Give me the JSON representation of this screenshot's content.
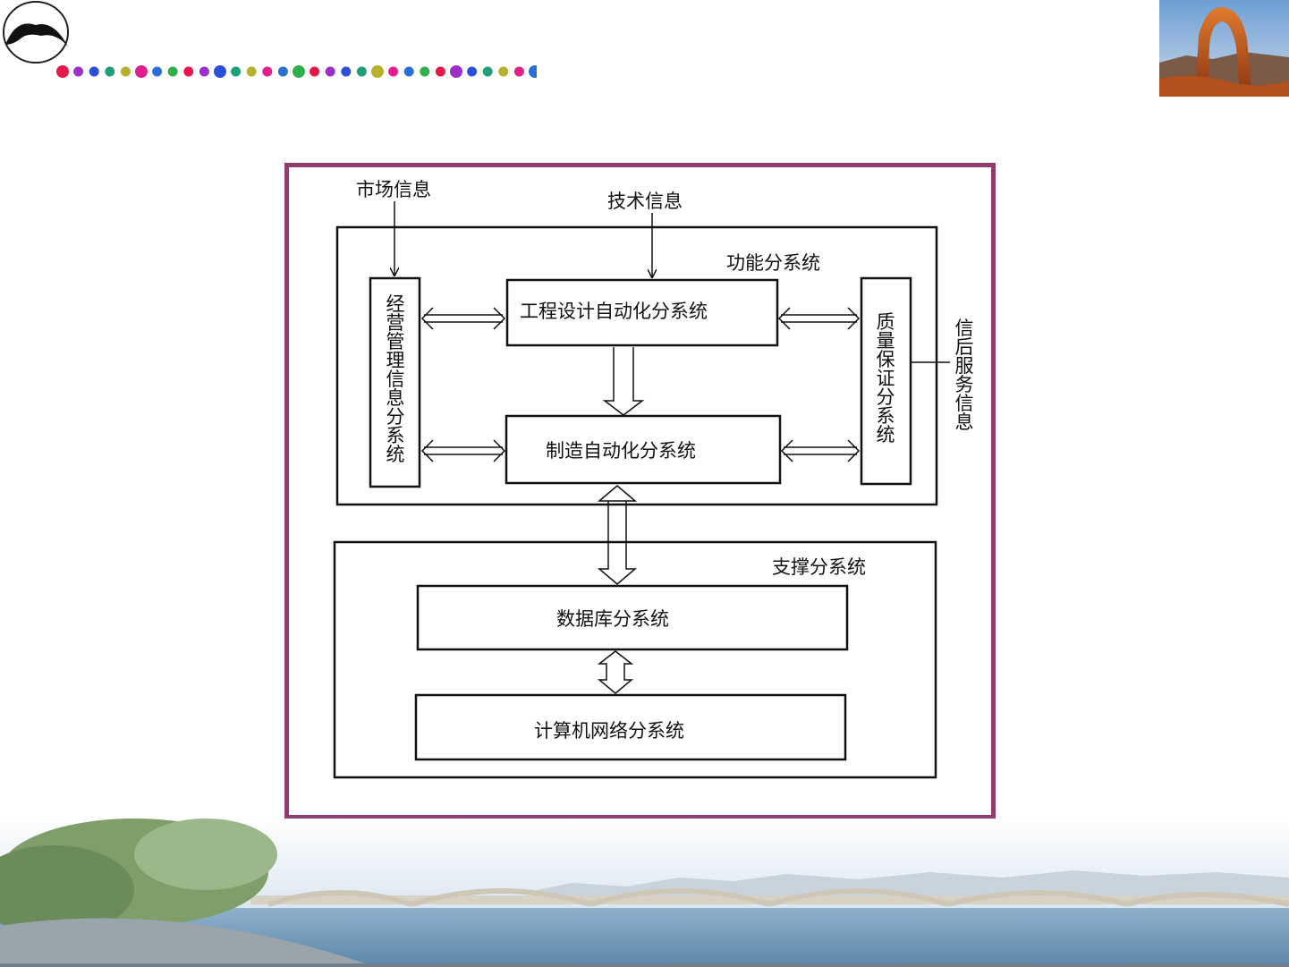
{
  "diagram": {
    "market_info": "市场信息",
    "tech_info": "技术信息",
    "functional_group": "功能分系统",
    "engineering_design": "工程设计自动化分系统",
    "manufacturing": "制造自动化分系统",
    "business_mgmt": "经营管理信息分系统",
    "quality_assurance": "质量保证分系统",
    "after_sales_info": "信后服务信息",
    "support_group": "支撑分系统",
    "database": "数据库分系统",
    "network": "计算机网络分系统"
  },
  "colors": {
    "frame_border": "#8e3d6c",
    "line": "#111111"
  }
}
